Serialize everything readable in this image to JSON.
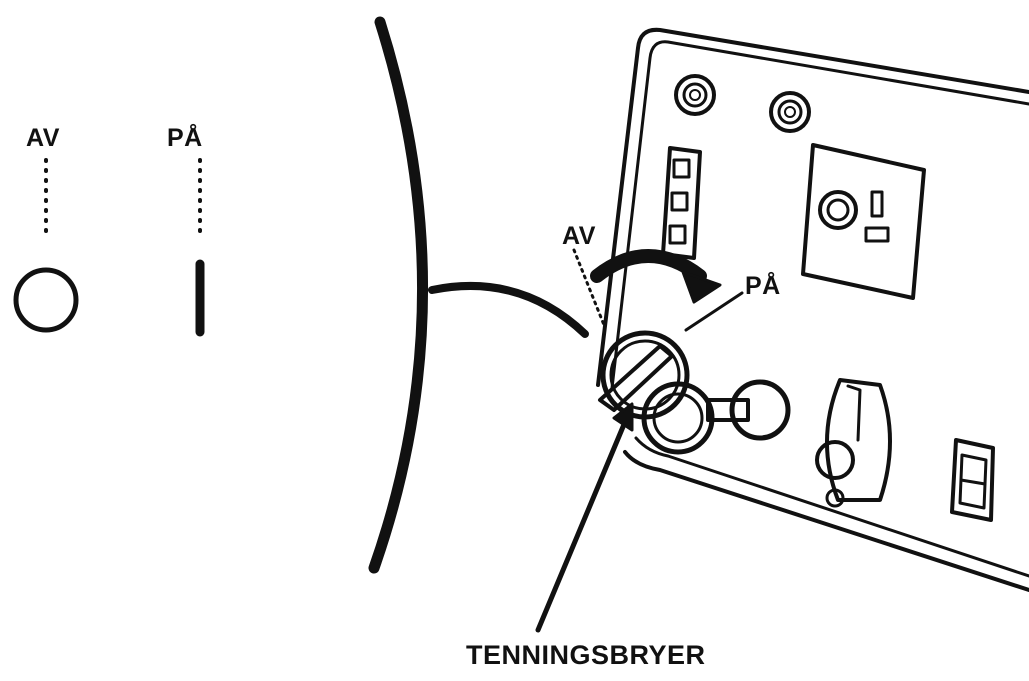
{
  "symbols": {
    "off_label": "AV",
    "on_label": "PÅ"
  },
  "panel": {
    "off_label": "AV",
    "on_label": "PÅ"
  },
  "callout": {
    "label": "TENNINGSBRYER"
  },
  "colors": {
    "ink": "#111111",
    "background": "#ffffff"
  }
}
